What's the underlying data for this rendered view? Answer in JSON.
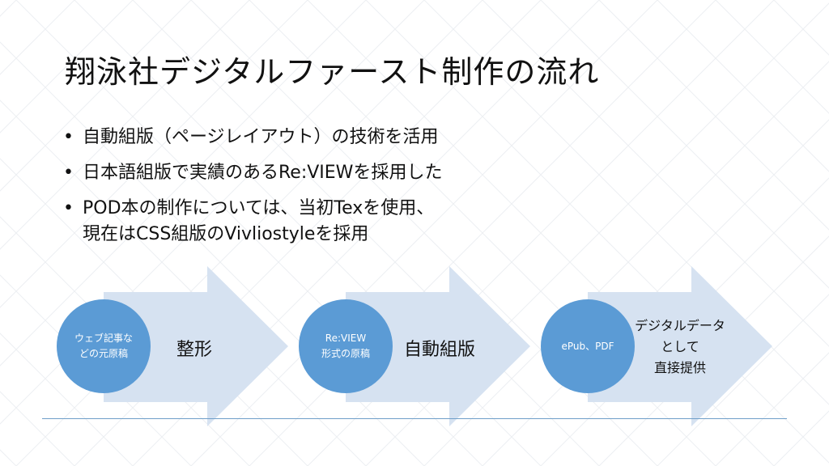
{
  "title": "翔泳社デジタルファースト制作の流れ",
  "bullets": [
    {
      "lines": [
        "自動組版（ページレイアウト）の技術を活用"
      ]
    },
    {
      "lines": [
        "日本語組版で実績のあるRe:VIEWを採用した"
      ]
    },
    {
      "lines": [
        "POD本の制作については、当初Texを使用、",
        "現在はCSS組版のVivliostyleを採用"
      ]
    }
  ],
  "flow": [
    {
      "circle_lines": [
        "ウェブ記事な",
        "どの元原稿"
      ],
      "label_lines": [
        "整形"
      ]
    },
    {
      "circle_lines": [
        "Re:VIEW",
        "形式の原稿"
      ],
      "label_lines": [
        "自動組版"
      ]
    },
    {
      "circle_lines": [
        "ePub、PDF"
      ],
      "label_lines": [
        "デジタルデータ",
        "として",
        "直接提供"
      ]
    }
  ],
  "colors": {
    "arrow_fill": "#d6e2f1",
    "circle_fill": "#5b9bd5",
    "baseline": "#6f9fc9",
    "pattern_line": "#eceff2"
  }
}
